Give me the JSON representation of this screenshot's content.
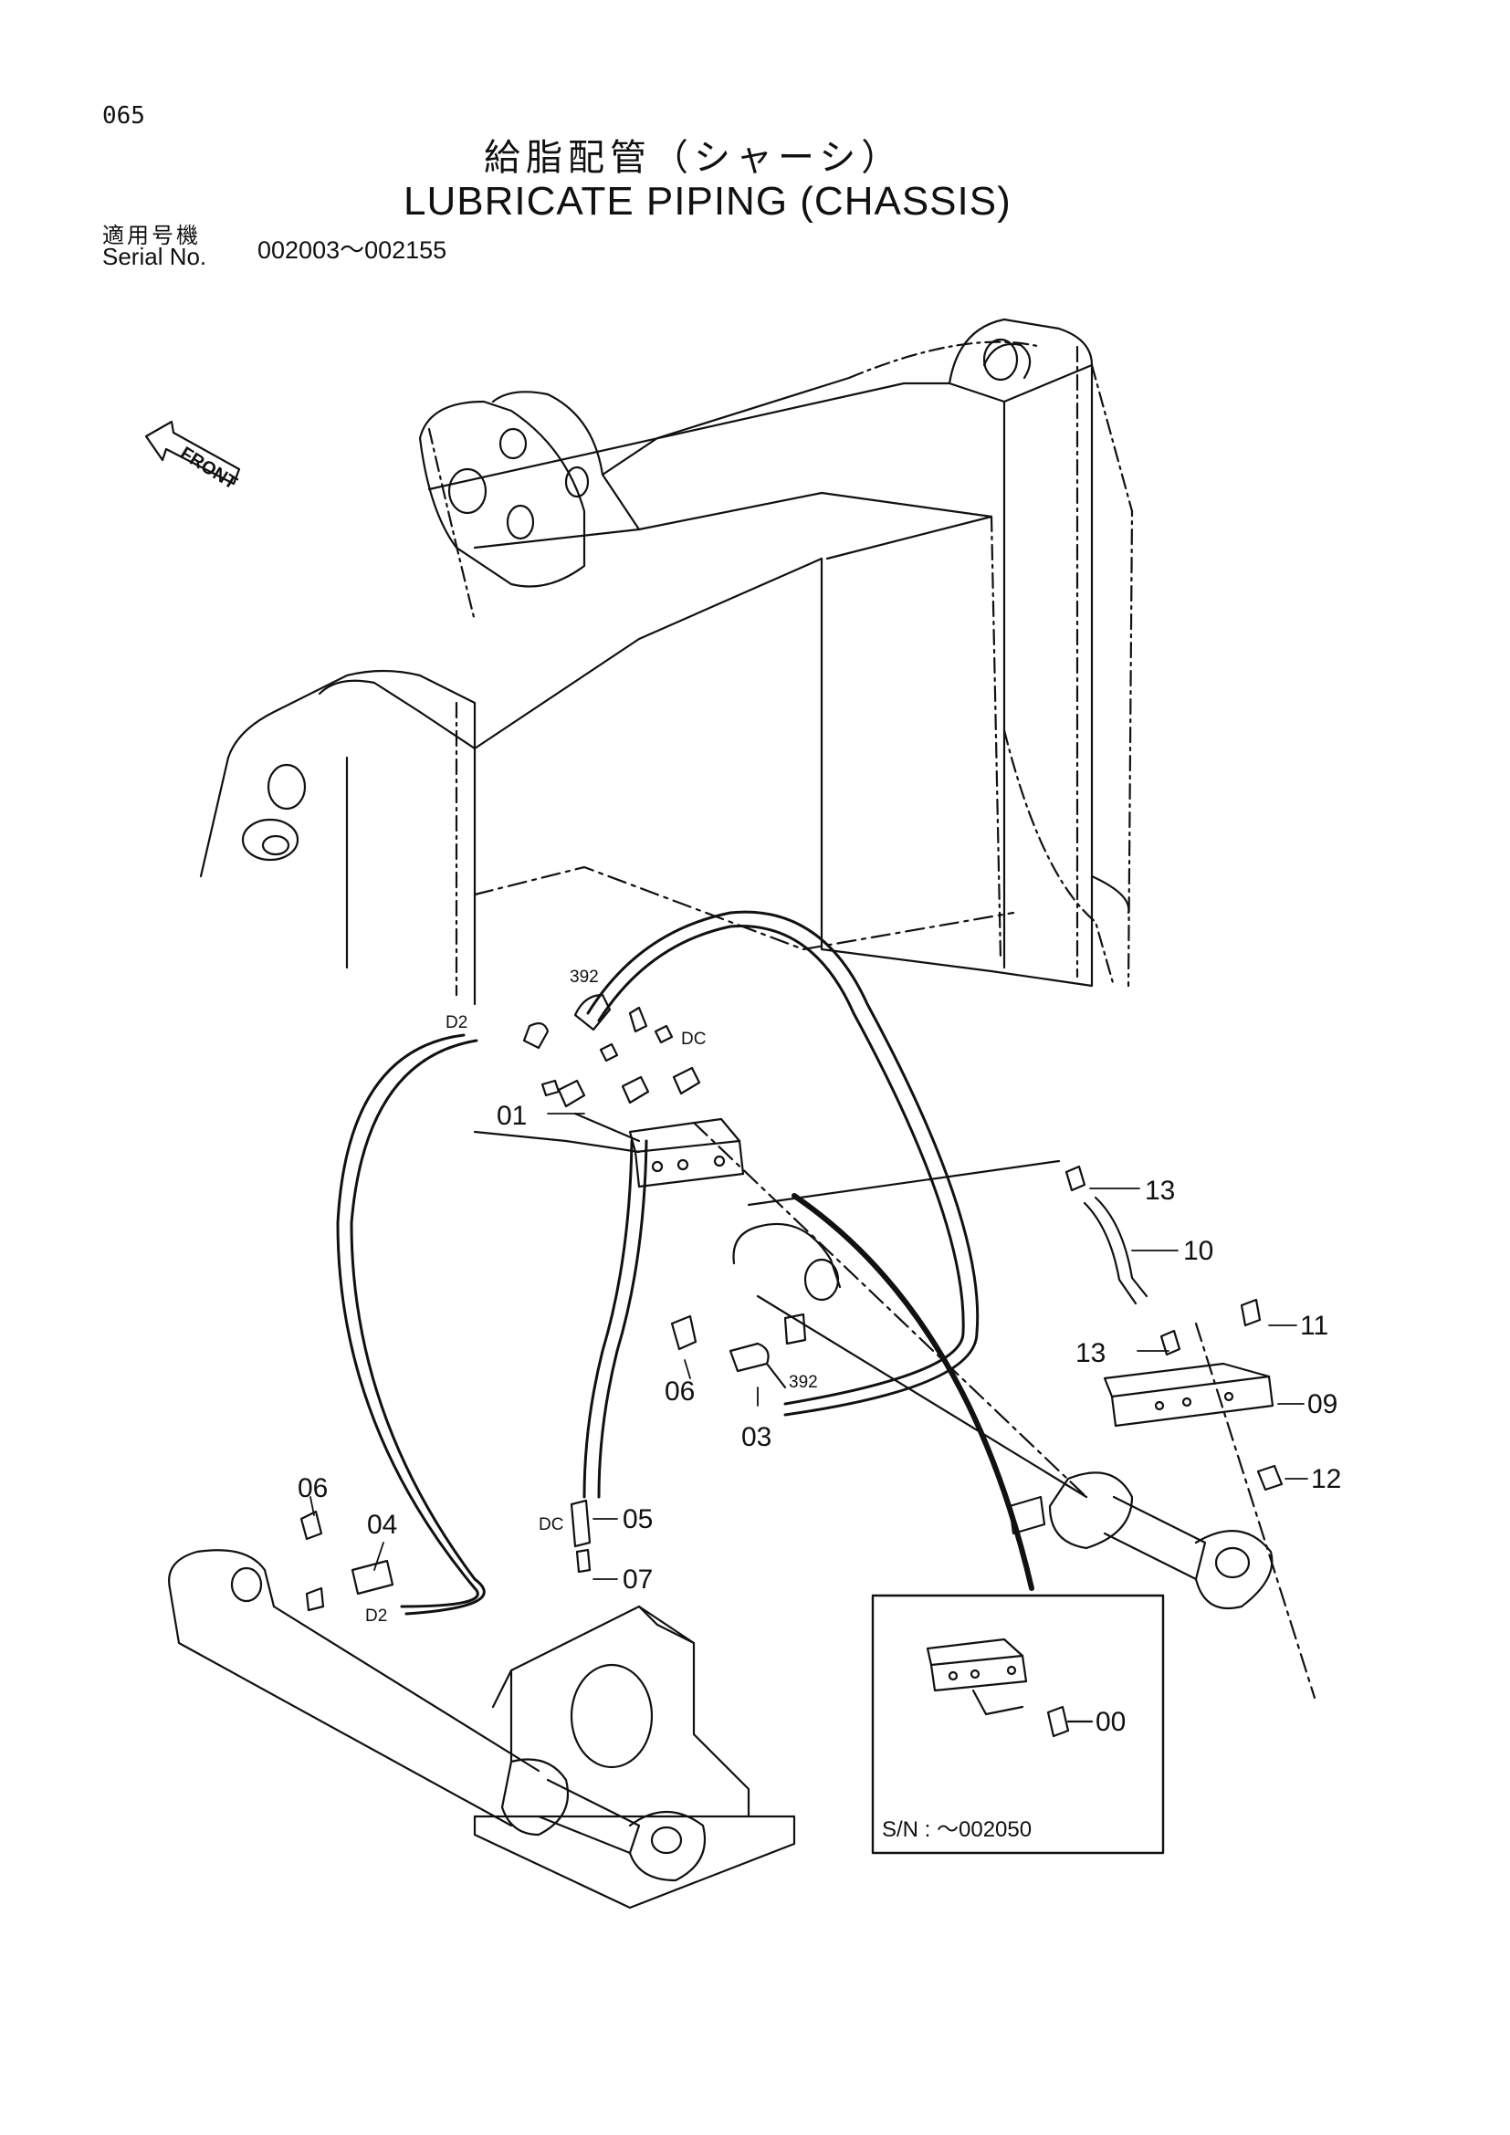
{
  "header": {
    "page_number": "065",
    "title_jp": "給脂配管（シャーシ）",
    "title_en": "LUBRICATE PIPING (CHASSIS)",
    "serial_label_jp": "適用号機",
    "serial_label_en": "Serial No.",
    "serial_range": "002003～002155"
  },
  "diagram": {
    "front_arrow": "FRONT",
    "callouts": {
      "c01": "01",
      "c03": "03",
      "c04": "04",
      "c05": "05",
      "c06a": "06",
      "c06b": "06",
      "c07": "07",
      "c09": "09",
      "c10": "10",
      "c11": "11",
      "c12": "12",
      "c13a": "13",
      "c13b": "13"
    },
    "markers": {
      "d2_top": "D2",
      "d2_bottom": "D2",
      "dc_top": "DC",
      "dc_mid": "DC",
      "n392_top": "392",
      "n392_mid": "392"
    },
    "inset": {
      "callout": "00",
      "serial_note": "S/N :  ～002050"
    }
  }
}
